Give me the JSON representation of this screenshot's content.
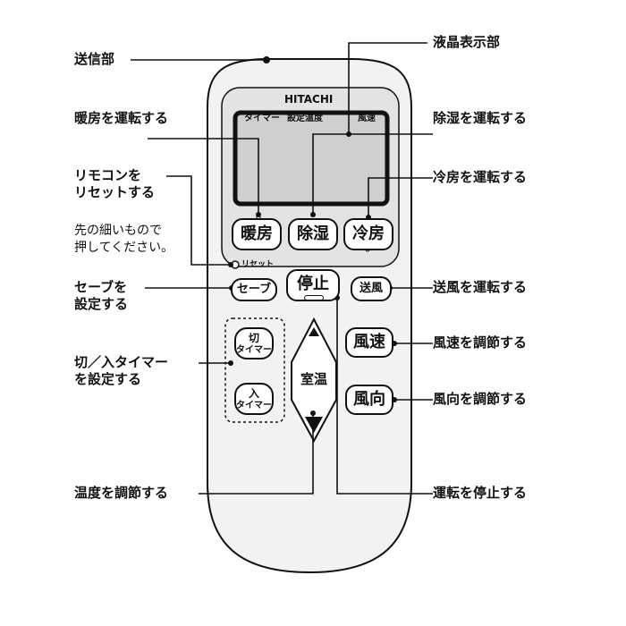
{
  "remote": {
    "brand": "HITACHI",
    "display_labels": [
      "タイマー",
      "設定温度",
      "風速"
    ],
    "reset_hole_label": "リセット"
  },
  "buttons": {
    "heat": "暖房",
    "dehumidify": "除湿",
    "cool": "冷房",
    "stop": "停止",
    "save": "セーブ",
    "fan": "送風",
    "off_timer_line1": "切",
    "off_timer_line2": "タイマー",
    "on_timer_line1": "入",
    "on_timer_line2": "タイマー",
    "temp": "室温",
    "fan_speed": "風速",
    "air_direction": "風向"
  },
  "callouts": {
    "transmitter": "送信部",
    "lcd": "液晶表示部",
    "heat": "暖房を運転する",
    "dehumidify": "除湿を運転する",
    "reset": "リモコンを\nリセットする",
    "reset_note": "先の細いもので\n押してください。",
    "cool": "冷房を運転する",
    "save": "セーブを\n設定する",
    "fan": "送風を運転する",
    "fan_speed": "風速を調節する",
    "timer": "切／入タイマー\nを設定する",
    "air_direction": "風向を調節する",
    "temp": "温度を調節する",
    "stop": "運転を停止する"
  }
}
